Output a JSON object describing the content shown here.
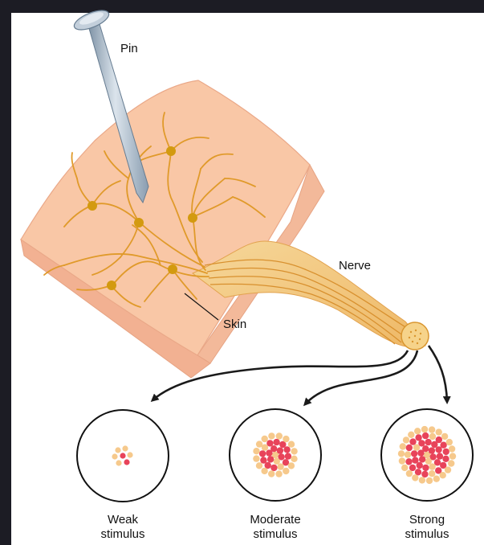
{
  "labels": {
    "pin": "Pin",
    "nerve": "Nerve",
    "skin": "Skin"
  },
  "captions": [
    {
      "line1": "Weak",
      "line2": "stimulus"
    },
    {
      "line1": "Moderate",
      "line2": "stimulus"
    },
    {
      "line1": "Strong",
      "line2": "stimulus"
    }
  ],
  "colors": {
    "background": "#1c1c24",
    "skin": "#f9c7a6",
    "nerve_fiber": "#e09a2a",
    "receptor": "#d39a10",
    "active_fiber": "#e8435a",
    "inactive_fiber": "#f6c98c",
    "pin": "#a9b9c9"
  }
}
